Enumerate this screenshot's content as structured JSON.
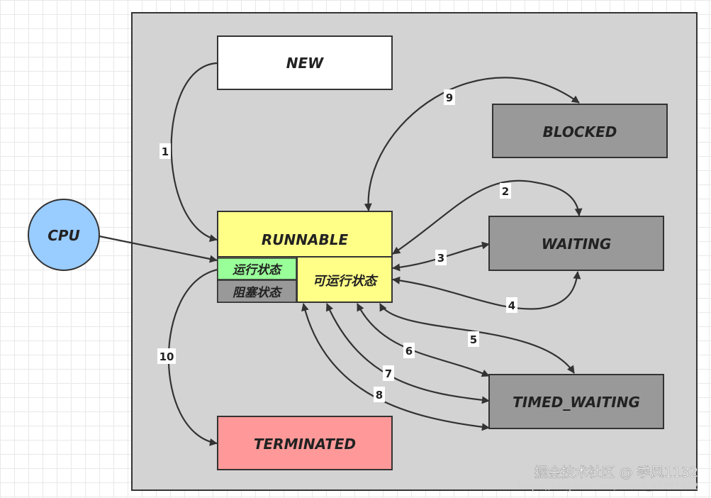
{
  "states": {
    "new": "NEW",
    "runnable": "RUNNABLE",
    "blocked": "BLOCKED",
    "waiting": "WAITING",
    "timed_waiting": "TIMED_WAITING",
    "terminated": "TERMINATED",
    "running": "运行状态",
    "blocking": "阻塞状态",
    "ready": "可运行状态"
  },
  "cpu": "CPU",
  "transitions": [
    "1",
    "2",
    "3",
    "4",
    "5",
    "6",
    "7",
    "8",
    "9",
    "10"
  ],
  "colors": {
    "container": "#d3d3d3",
    "new": "#ffffff",
    "runnable": "#ffff88",
    "running": "#99ff99",
    "blocking": "#999999",
    "state_dark": "#999999",
    "terminated": "#ff9999",
    "cpu": "#99ccff"
  },
  "watermark": {
    "main": "掘金技术社区 @ 季风1132",
    "url": "https://blog.csdn.net/weixin_43881622"
  }
}
